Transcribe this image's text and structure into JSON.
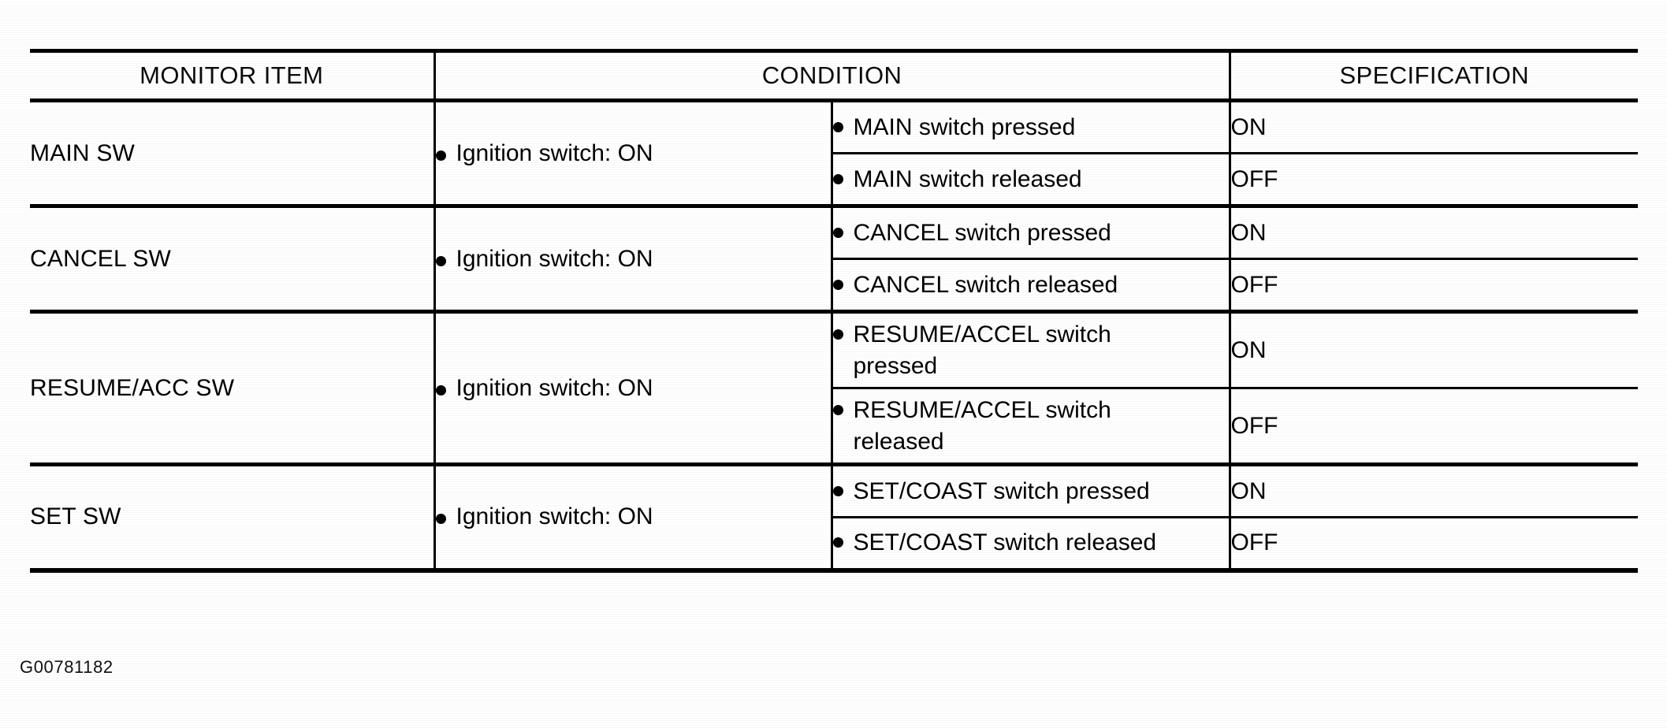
{
  "table": {
    "headers": {
      "monitor_item": "MONITOR ITEM",
      "condition": "CONDITION",
      "specification": "SPECIFICATION"
    },
    "rows": [
      {
        "monitor_item": "MAIN SW",
        "condition": "Ignition switch: ON",
        "sub_rows": [
          {
            "condition": "MAIN switch pressed",
            "specification": "ON"
          },
          {
            "condition": "MAIN switch released",
            "specification": "OFF"
          }
        ]
      },
      {
        "monitor_item": "CANCEL SW",
        "condition": "Ignition switch: ON",
        "sub_rows": [
          {
            "condition": "CANCEL switch pressed",
            "specification": "ON"
          },
          {
            "condition": "CANCEL switch released",
            "specification": "OFF"
          }
        ]
      },
      {
        "monitor_item": "RESUME/ACC SW",
        "condition": "Ignition switch: ON",
        "sub_rows": [
          {
            "condition": "RESUME/ACCEL switch\npressed",
            "specification": "ON"
          },
          {
            "condition": "RESUME/ACCEL switch\nreleased",
            "specification": "OFF"
          }
        ]
      },
      {
        "monitor_item": "SET SW",
        "condition": "Ignition switch: ON",
        "sub_rows": [
          {
            "condition": "SET/COAST switch pressed",
            "specification": "ON"
          },
          {
            "condition": "SET/COAST switch released",
            "specification": "OFF"
          }
        ]
      }
    ]
  },
  "caption": "G00781182",
  "colors": {
    "ink": "#000000",
    "paper": "#ffffff"
  }
}
